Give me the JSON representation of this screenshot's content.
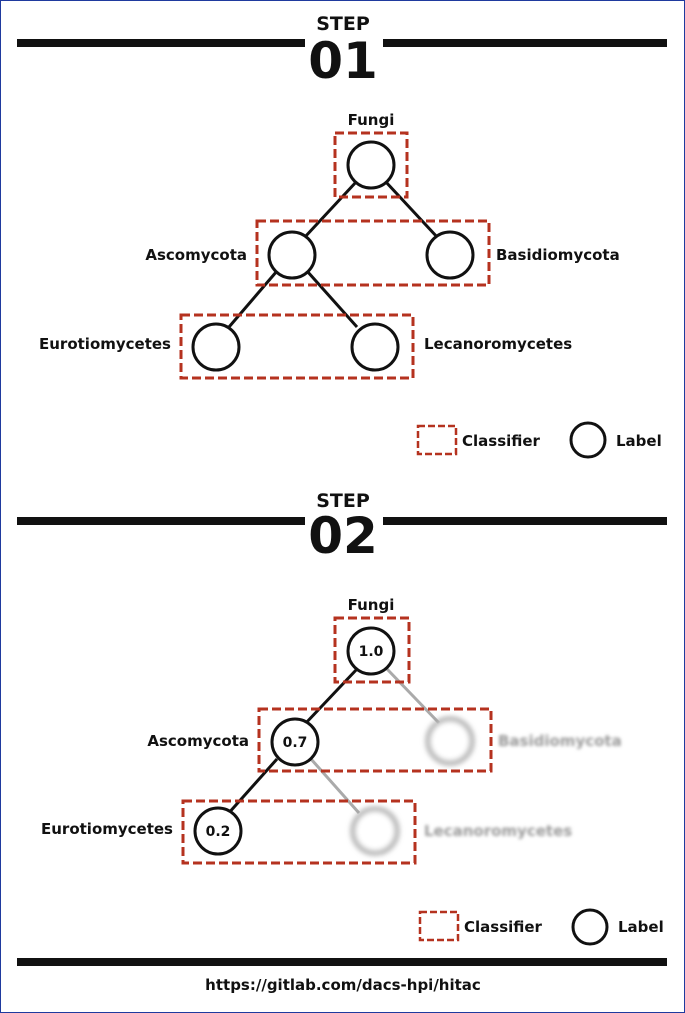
{
  "colors": {
    "classifier": "#b5321f",
    "line": "#111111",
    "muted": "#aaaaaa"
  },
  "step1": {
    "title": "STEP",
    "number": "01",
    "nodes": {
      "root": "Fungi",
      "left_child": "Ascomycota",
      "right_child": "Basidiomycota",
      "left_grandchild": "Eurotiomycetes",
      "right_grandchild": "Lecanoromycetes"
    },
    "legend": {
      "classifier": "Classifier",
      "label": "Label"
    }
  },
  "step2": {
    "title": "STEP",
    "number": "02",
    "nodes": {
      "root": "Fungi",
      "left_child": "Ascomycota",
      "right_child": "Basidiomycota",
      "left_grandchild": "Eurotiomycetes",
      "right_grandchild": "Lecanoromycetes"
    },
    "scores": {
      "root": "1.0",
      "left_child": "0.7",
      "left_grandchild": "0.2"
    },
    "legend": {
      "classifier": "Classifier",
      "label": "Label"
    }
  },
  "footer": {
    "url": "https://gitlab.com/dacs-hpi/hitac"
  }
}
